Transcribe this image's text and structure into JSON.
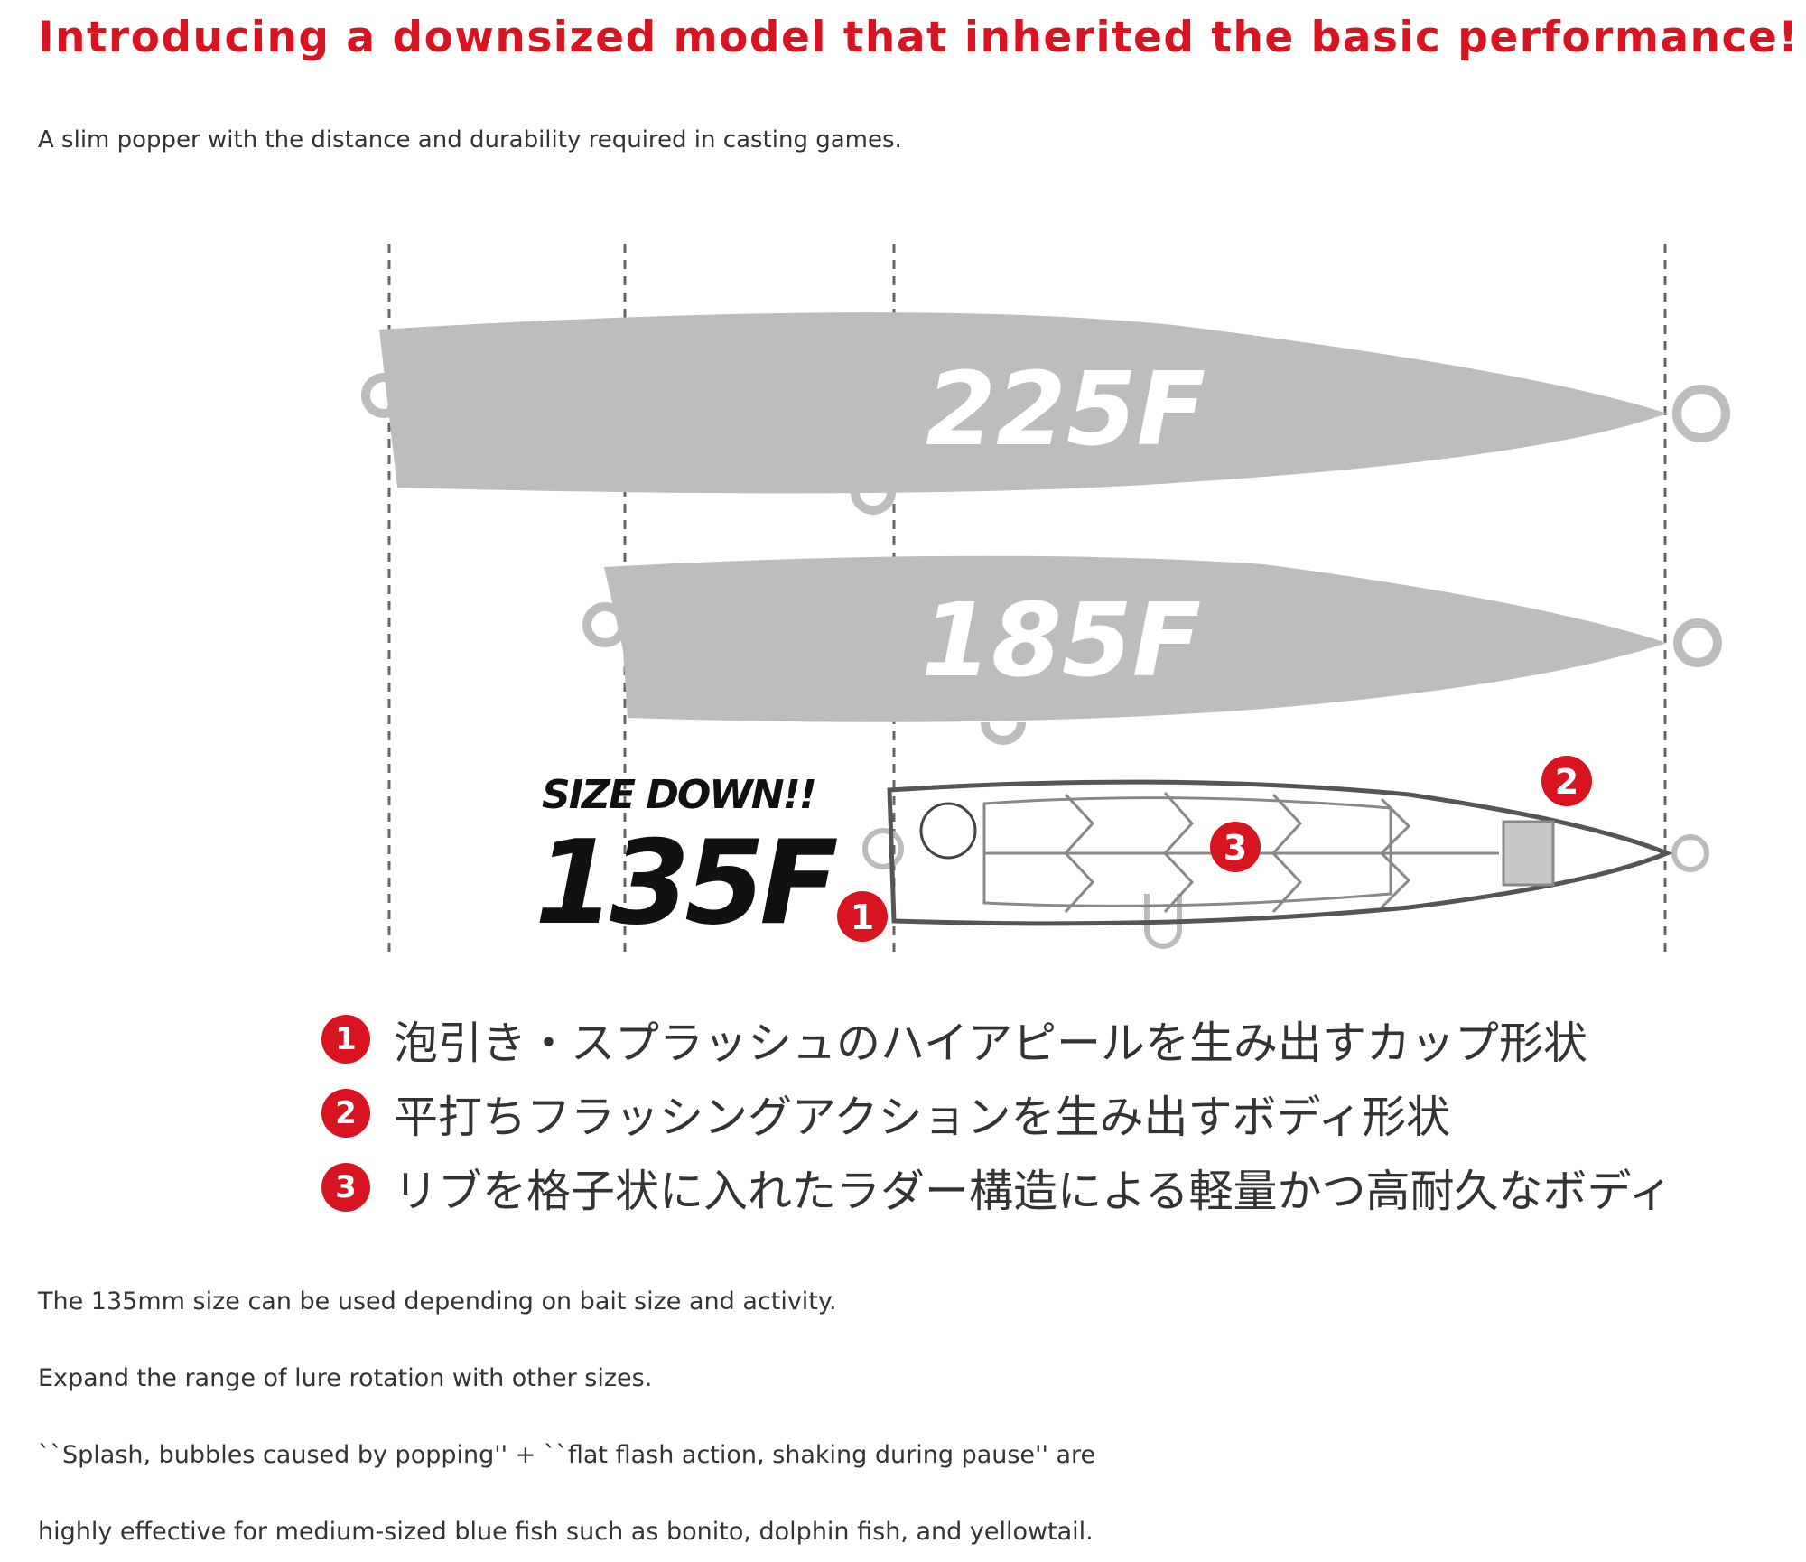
{
  "title": "Introducing a downsized model that inherited the basic performance!",
  "subtitle": "A slim popper with the distance and durability required in casting games.",
  "figure": {
    "models": [
      "225F",
      "185F",
      "135F"
    ],
    "size_down_label": "SIZE DOWN!!",
    "callouts": [
      "1",
      "2",
      "3"
    ],
    "accent": "#d7141f"
  },
  "features": [
    {
      "num": "1",
      "text": "泡引き・スプラッシュのハイアピールを生み出すカップ形状"
    },
    {
      "num": "2",
      "text": "平打ちフラッシングアクションを生み出すボディ形状"
    },
    {
      "num": "3",
      "text": "リブを格子状に入れたラダー構造による軽量かつ高耐久なボディ"
    }
  ],
  "paragraphs": [
    "The 135mm size can be used depending on bait size and activity.",
    "Expand the range of lure rotation with other sizes.",
    "``Splash, bubbles caused by popping'' + ``flat flash action, shaking during pause'' are",
    "highly effective for medium-sized blue fish such as bonito, dolphin fish, and yellowtail."
  ]
}
